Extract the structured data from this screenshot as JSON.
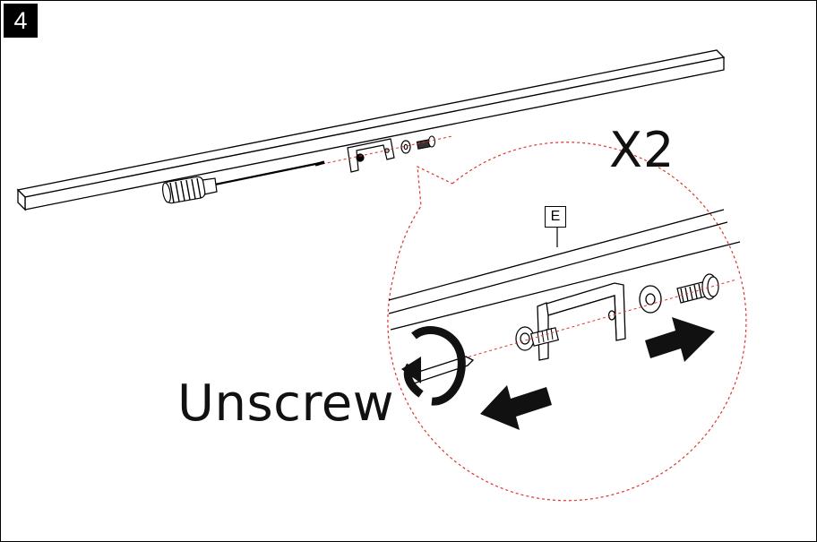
{
  "step": {
    "number": "4"
  },
  "quantity": {
    "label": "X2"
  },
  "action": {
    "label": "Unscrew"
  },
  "part": {
    "label": "E"
  },
  "colors": {
    "line": "#000000",
    "guide": "#e0332b",
    "arrow": "#111111"
  },
  "icons": [
    "screwdriver-icon",
    "rotate-arrow-icon",
    "move-left-arrow-icon",
    "move-right-arrow-icon",
    "bracket-icon",
    "screw-icon",
    "washer-icon"
  ]
}
